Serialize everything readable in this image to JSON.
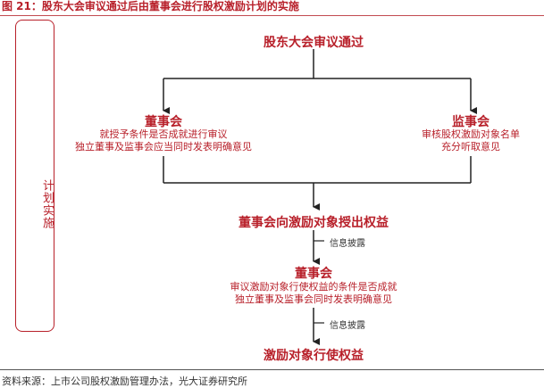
{
  "figure_title": "图 21：股东大会审议通过后由董事会进行股权激励计划的实施",
  "side_label": "计划实施",
  "nodes": {
    "shareholders": "股东大会审议通过",
    "board": "董事会",
    "board_desc_1": "就授予条件是否成就进行审议",
    "board_desc_2": "独立董事及监事会应当同时发表明确意见",
    "supervisors": "监事会",
    "supervisors_desc_1": "审核股权激励对象名单",
    "supervisors_desc_2": "充分听取意见",
    "grant": "董事会向激励对象授出权益",
    "disclosure_1": "信息披露",
    "board2": "董事会",
    "board2_desc_1": "审议激励对象行使权益的条件是否成就",
    "board2_desc_2": "独立董事及监事会同时发表明确意见",
    "disclosure_2": "信息披露",
    "exercise": "激励对象行使权益"
  },
  "source": "资料来源：上市公司股权激励管理办法，光大证券研究所",
  "colors": {
    "accent": "#b8202a",
    "line": "#222222"
  }
}
